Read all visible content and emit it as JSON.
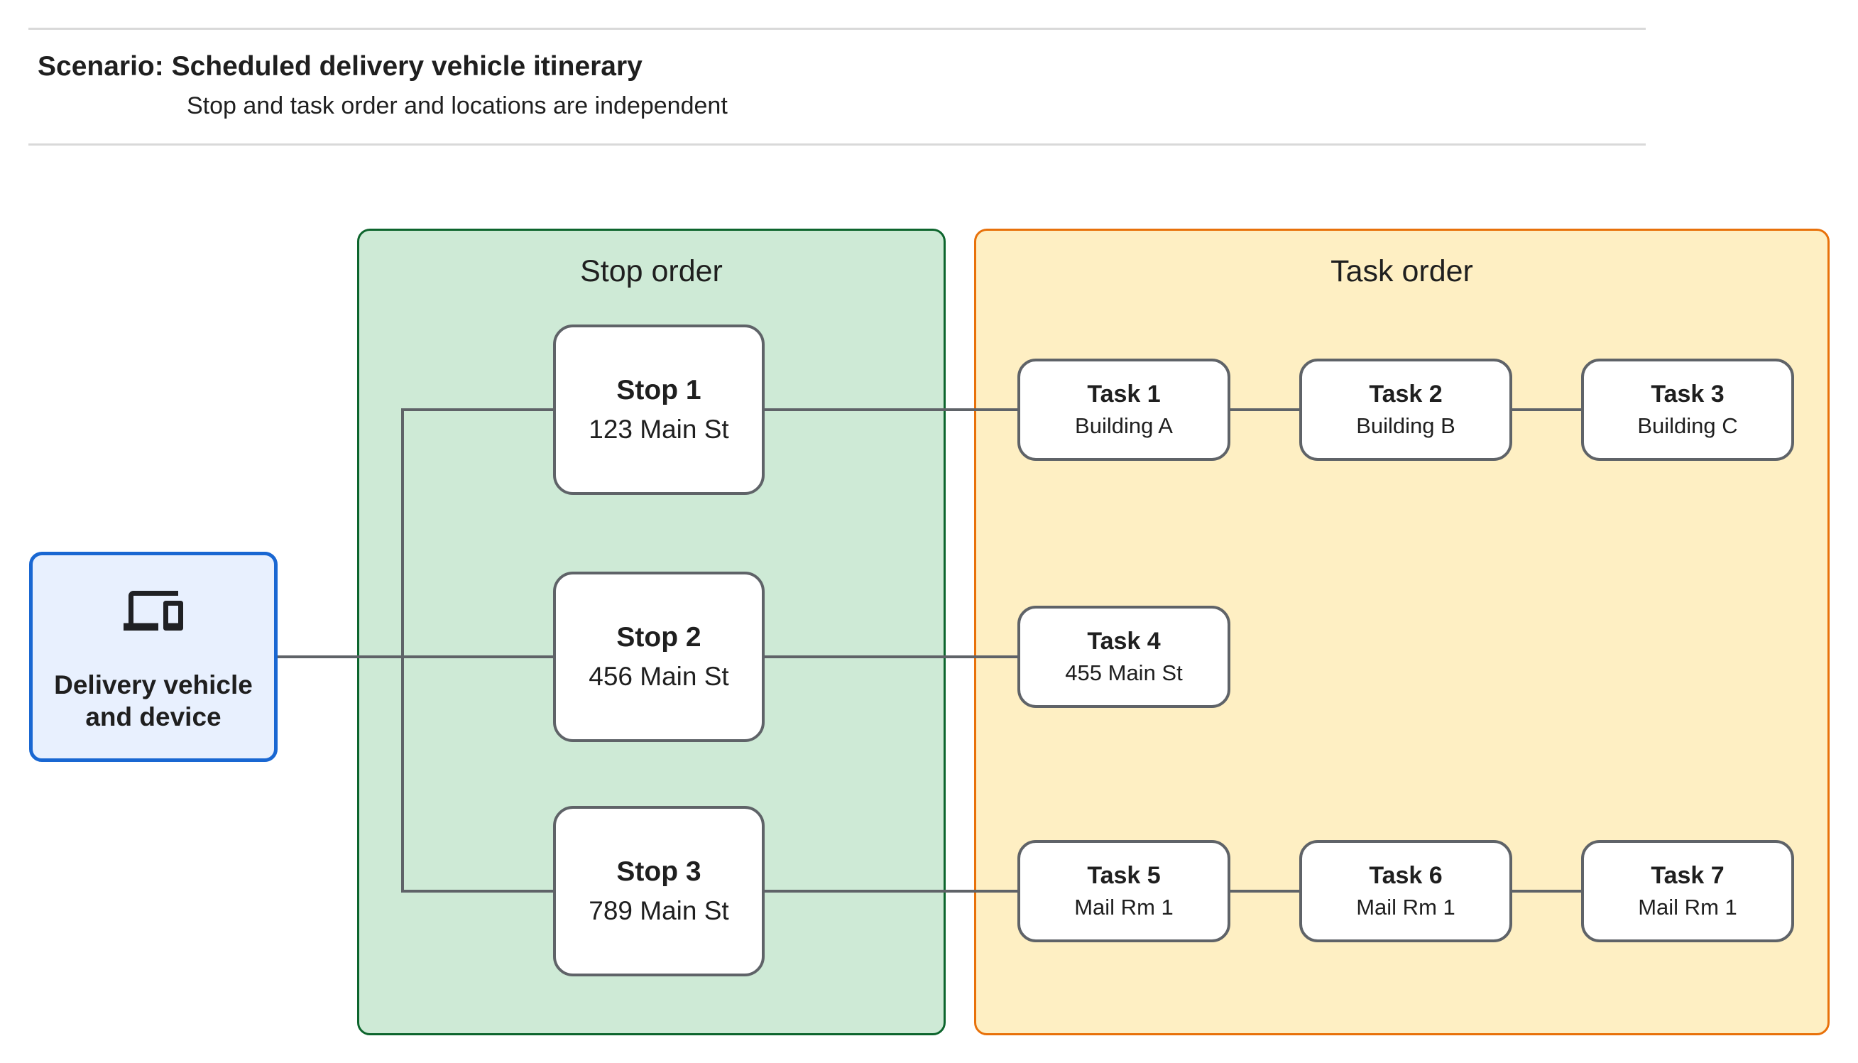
{
  "header": {
    "title": "Scenario: Scheduled delivery vehicle itinerary",
    "subtitle": "Stop and task order and locations are independent"
  },
  "device_node": {
    "icon": "devices-icon",
    "label_lines": [
      "Delivery vehicle",
      "and device"
    ]
  },
  "stop_panel": {
    "title": "Stop order"
  },
  "task_panel": {
    "title": "Task order"
  },
  "stops": [
    {
      "name": "Stop 1",
      "location": "123 Main St"
    },
    {
      "name": "Stop 2",
      "location": "456 Main St"
    },
    {
      "name": "Stop 3",
      "location": "789 Main St"
    }
  ],
  "tasks": [
    {
      "name": "Task 1",
      "location": "Building A"
    },
    {
      "name": "Task 2",
      "location": "Building B"
    },
    {
      "name": "Task 3",
      "location": "Building C"
    },
    {
      "name": "Task 4",
      "location": "455 Main St"
    },
    {
      "name": "Task 5",
      "location": "Mail Rm 1"
    },
    {
      "name": "Task 6",
      "location": "Mail Rm 1"
    },
    {
      "name": "Task 7",
      "location": "Mail Rm 1"
    }
  ],
  "colors": {
    "stop_panel_fill": "#ceead6",
    "stop_panel_border": "#0d652d",
    "task_panel_fill": "#feefc3",
    "task_panel_border": "#e8710a",
    "device_fill": "#e8f0fe",
    "device_border": "#1967d2",
    "node_border": "#5f6368",
    "connector": "#5f6368",
    "divider": "#d9d9d9",
    "text": "#1f1f1f"
  }
}
